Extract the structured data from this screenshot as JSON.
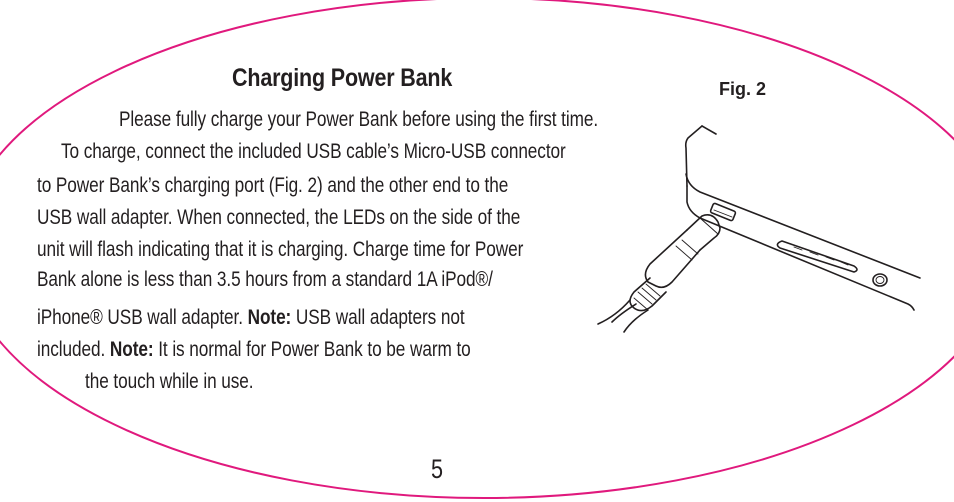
{
  "title": "Charging Power Bank",
  "figure_label": "Fig. 2",
  "paragraph1": "Please fully charge your Power Bank before using the first time.",
  "paragraph2_lines": [
    "To charge, connect the included USB cable’s Micro-USB connector",
    "to Power Bank’s charging port (Fig. 2) and the other end to the",
    "USB wall adapter. When connected, the LEDs on the side of the",
    "unit will flash indicating that it is charging. Charge time for Power",
    "Bank alone is less than 3.5 hours from a standard 1A iPod®/"
  ],
  "line6_text": "iPhone® USB wall adapter. ",
  "note_label_1": "Note:",
  "line6_note_text": " USB wall adapters not",
  "line7_text": "included. ",
  "note_label_2": "Note:",
  "line7_note_text": " It is normal for Power Bank to be warm to",
  "line8_text": "the touch while in use.",
  "page_number": "5",
  "colors": {
    "border": "#e0197d",
    "text": "#231f20"
  }
}
